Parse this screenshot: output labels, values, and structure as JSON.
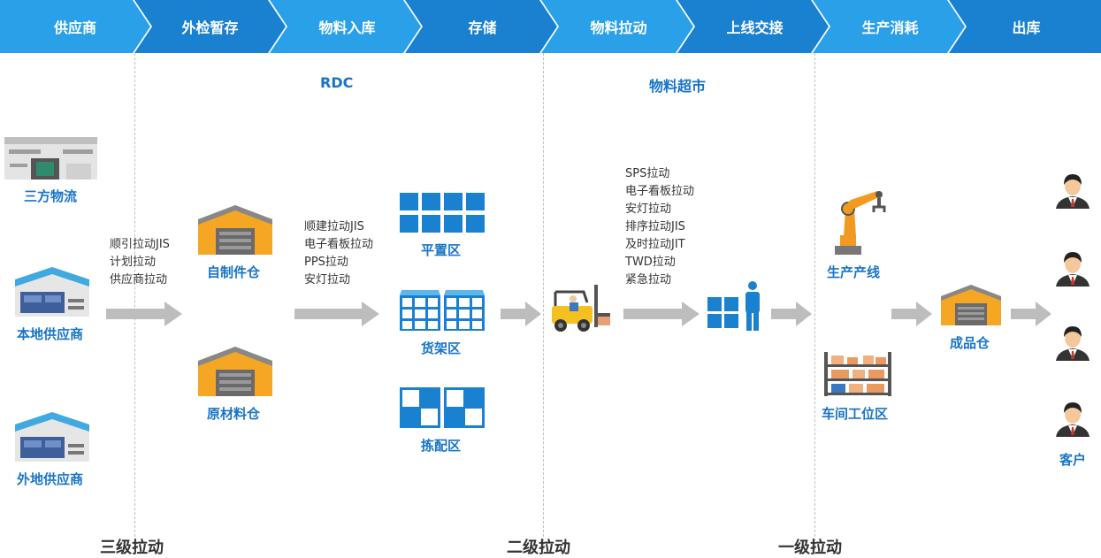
{
  "header": {
    "steps": [
      "供应商",
      "外检暂存",
      "物料入库",
      "存储",
      "物料拉动",
      "上线交接",
      "生产消耗",
      "出库"
    ]
  },
  "sections": {
    "rdc": "RDC",
    "market": "物料超市"
  },
  "suppliers": [
    "三方物流",
    "本地供应商",
    "外地供应商"
  ],
  "pull_methods_1": [
    "顺引拉动JIS",
    "计划拉动",
    "供应商拉动"
  ],
  "warehouses": [
    "自制件仓",
    "原材料仓"
  ],
  "pull_methods_2": [
    "顺建拉动JIS",
    "电子看板拉动",
    "PPS拉动",
    "安灯拉动"
  ],
  "storage_zones": [
    "平置区",
    "货架区",
    "拣配区"
  ],
  "pull_methods_3": [
    "SPS拉动",
    "电子看板拉动",
    "安灯拉动",
    "排序拉动JIS",
    "及时拉动JIT",
    "TWD拉动",
    "紧急拉动"
  ],
  "production": [
    "生产产线",
    "车间工位区"
  ],
  "finished": "成品仓",
  "customer": "客户",
  "levels": [
    "三级拉动",
    "二级拉动",
    "一级拉动"
  ],
  "colors": {
    "header_light": "#2aa0e8",
    "header_dark": "#1a80d0",
    "accent": "#1874c6",
    "roof": "#f5a623",
    "arrow": "#bdbdbd"
  }
}
